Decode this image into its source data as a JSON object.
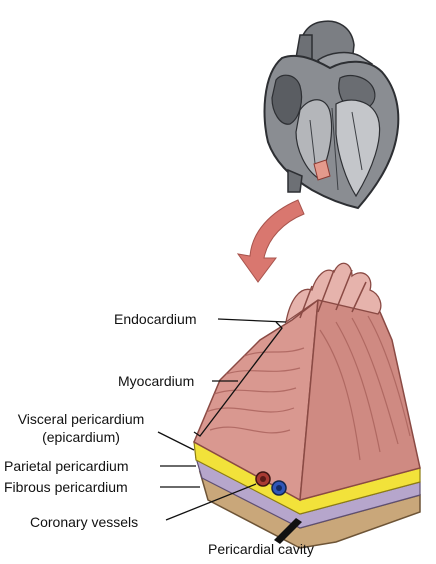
{
  "labels": {
    "endocardium": "Endocardium",
    "myocardium": "Myocardium",
    "visceral_line1": "Visceral pericardium",
    "visceral_line2": "(epicardium)",
    "parietal": "Parietal pericardium",
    "fibrous": "Fibrous pericardium",
    "coronary": "Coronary vessels",
    "cavity": "Pericardial cavity"
  },
  "colors": {
    "heart_fill": "#8a8d92",
    "heart_dark": "#4a4d52",
    "arrow": "#d9776f",
    "myocardium": "#d99890",
    "myocardium_dark": "#b9706a",
    "visceral_yellow": "#f2e23a",
    "parietal_purple": "#b6a6cc",
    "fibrous_tan": "#c9a77a",
    "vessel_blue": "#2f56b8",
    "vessel_red": "#a83a33"
  }
}
